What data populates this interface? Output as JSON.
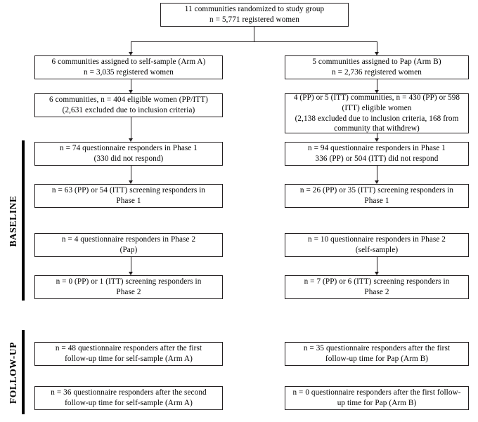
{
  "figure": {
    "type": "consort-flow-diagram",
    "title": "Study participant flow diagram",
    "sections": [
      {
        "key": "baseline",
        "label": "BASELINE"
      },
      {
        "key": "followup",
        "label": "FOLLOW-UP"
      }
    ]
  },
  "root": {
    "lines": [
      "11 communities randomized to study group",
      "n = 5,771 registered women"
    ]
  },
  "arm_a": {
    "name": "Arm A (self-sample)",
    "assigned": {
      "lines": [
        "6 communities assigned to self-sample (Arm A)",
        "n = 3,035 registered women"
      ]
    },
    "eligible": {
      "lines": [
        "6 communities, n = 404 eligible women (PP/ITT)",
        "(2,631 excluded due to inclusion criteria)"
      ]
    },
    "phase1_questionnaire": {
      "lines": [
        "n = 74 questionnaire responders in Phase 1",
        "(330 did not respond)"
      ]
    },
    "phase1_screening": {
      "lines": [
        "n = 63 (PP) or 54 (ITT) screening responders in",
        "Phase 1"
      ]
    },
    "phase2_questionnaire": {
      "lines": [
        "n = 4 questionnaire responders in Phase 2",
        "(Pap)"
      ]
    },
    "phase2_screening": {
      "lines": [
        "n = 0 (PP) or 1 (ITT) screening responders in",
        "Phase 2"
      ]
    },
    "followup_first": {
      "lines": [
        "n = 48 questionnaire responders after the first",
        "follow-up time for self-sample (Arm A)"
      ]
    },
    "followup_second": {
      "lines": [
        "n = 36 questionnaire responders after the second",
        "follow-up time for self-sample (Arm A)"
      ]
    }
  },
  "arm_b": {
    "name": "Arm B (Pap)",
    "assigned": {
      "lines": [
        "5 communities assigned to Pap (Arm B)",
        "n = 2,736 registered women"
      ]
    },
    "eligible": {
      "lines": [
        "4 (PP) or 5 (ITT) communities, n = 430 (PP) or 598",
        "(ITT) eligible women",
        "(2,138 excluded due to inclusion criteria, 168 from",
        "community that withdrew)"
      ]
    },
    "phase1_questionnaire": {
      "lines": [
        "n = 94 questionnaire responders in Phase 1",
        "336 (PP) or 504 (ITT) did not respond"
      ]
    },
    "phase1_screening": {
      "lines": [
        "n = 26 (PP) or 35 (ITT) screening responders in",
        "Phase 1"
      ]
    },
    "phase2_questionnaire": {
      "lines": [
        "n = 10 questionnaire responders in Phase 2",
        "(self-sample)"
      ]
    },
    "phase2_screening": {
      "lines": [
        "n = 7 (PP) or 6 (ITT) screening responders in",
        "Phase 2"
      ]
    },
    "followup_first": {
      "lines": [
        "n = 35 questionnaire responders after the first",
        "follow-up time for Pap (Arm B)"
      ]
    },
    "followup_second": {
      "lines": [
        "n = 0 questionnaire responders after the first follow-",
        "up time for Pap (Arm B)"
      ]
    }
  },
  "chart_data": {
    "type": "diagram",
    "title": "CONSORT participant flow",
    "nodes": [
      {
        "id": "root",
        "level": 0,
        "arm": "both",
        "n": 5771,
        "communities": 11
      },
      {
        "id": "assigned_a",
        "level": 1,
        "arm": "A",
        "n": 3035,
        "communities": 6
      },
      {
        "id": "assigned_b",
        "level": 1,
        "arm": "B",
        "n": 2736,
        "communities": 5
      },
      {
        "id": "eligible_a",
        "level": 2,
        "arm": "A",
        "n_pp": 404,
        "n_itt": 404,
        "excluded": 2631
      },
      {
        "id": "eligible_b",
        "level": 2,
        "arm": "B",
        "n_pp": 430,
        "n_itt": 598,
        "excluded": 2138,
        "excluded_withdrawn": 168
      },
      {
        "id": "q1_a",
        "level": 3,
        "arm": "A",
        "n": 74,
        "no_response": 330
      },
      {
        "id": "q1_b",
        "level": 3,
        "arm": "B",
        "n": 94,
        "no_response_pp": 336,
        "no_response_itt": 504
      },
      {
        "id": "s1_a",
        "level": 4,
        "arm": "A",
        "n_pp": 63,
        "n_itt": 54
      },
      {
        "id": "s1_b",
        "level": 4,
        "arm": "B",
        "n_pp": 26,
        "n_itt": 35
      },
      {
        "id": "q2_a",
        "level": 5,
        "arm": "A",
        "n": 4
      },
      {
        "id": "q2_b",
        "level": 5,
        "arm": "B",
        "n": 10
      },
      {
        "id": "s2_a",
        "level": 6,
        "arm": "A",
        "n_pp": 0,
        "n_itt": 1
      },
      {
        "id": "s2_b",
        "level": 6,
        "arm": "B",
        "n_pp": 7,
        "n_itt": 6
      },
      {
        "id": "fu1_a",
        "level": 7,
        "arm": "A",
        "n": 48
      },
      {
        "id": "fu1_b",
        "level": 7,
        "arm": "B",
        "n": 35
      },
      {
        "id": "fu2_a",
        "level": 8,
        "arm": "A",
        "n": 36
      },
      {
        "id": "fu2_b",
        "level": 8,
        "arm": "B",
        "n": 0
      }
    ]
  }
}
